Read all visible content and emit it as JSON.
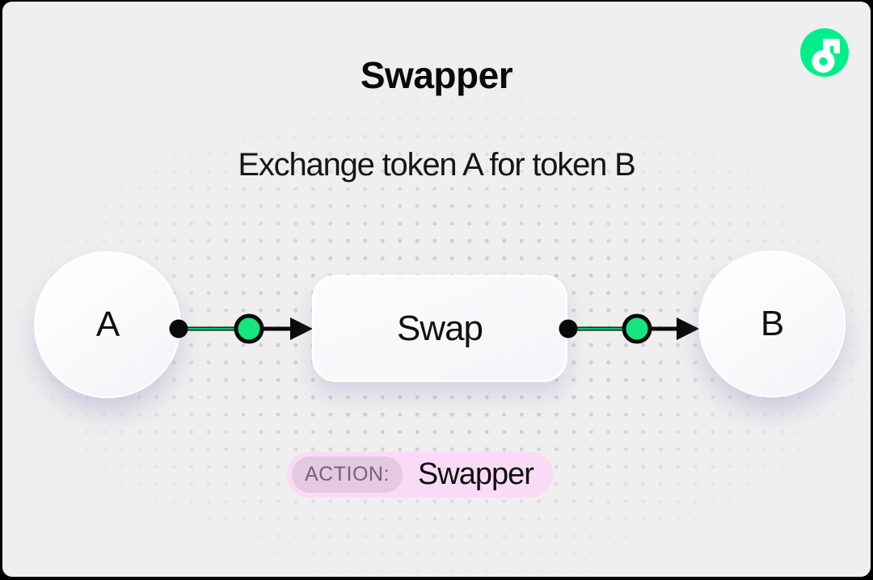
{
  "brand": {
    "logo_name": "flow-logo",
    "logo_color": "#00EF8B"
  },
  "header": {
    "title": "Swapper",
    "subtitle": "Exchange token A for token B"
  },
  "diagram": {
    "input_node": "A",
    "process_node": "Swap",
    "output_node": "B",
    "connector_dot_color": "#14E57E",
    "connector_line_color": "#0a0a0a"
  },
  "action_badge": {
    "label": "ACTION:",
    "value": "Swapper"
  },
  "colors": {
    "canvas_background": "#EFEFEF",
    "page_border": "#000000",
    "dot_grid": "#CFCFD3",
    "badge_background": "#F9DBF7",
    "badge_label_background": "#E4C9E0",
    "badge_label_text": "#6E6673",
    "accent_green": "#00EF8B"
  }
}
